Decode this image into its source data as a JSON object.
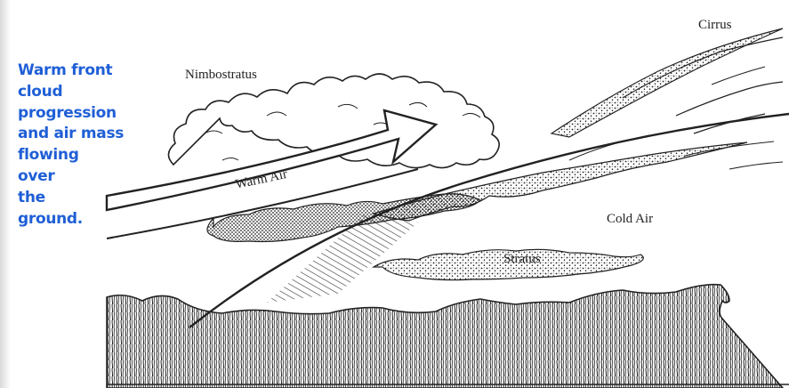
{
  "caption": {
    "lines": [
      "Warm front",
      "cloud",
      "progression",
      "and air mass",
      "flowing",
      "over",
      "the",
      "ground."
    ],
    "color": "#1f5fd6"
  },
  "labels": {
    "cirrus": "Cirrus",
    "nimbostratus": "Nimbostratus",
    "warm_air": "Warm Air",
    "cold_air": "Cold Air",
    "stratus": "Stratus"
  },
  "colors": {
    "ink": "#222222",
    "paper": "#ffffff"
  }
}
